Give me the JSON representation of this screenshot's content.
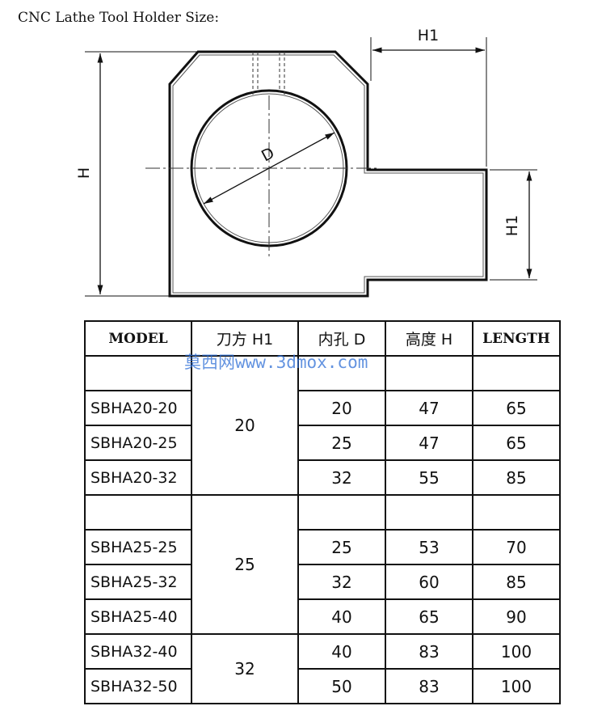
{
  "caption": "CNC Lathe Tool Holder Size:",
  "drawing": {
    "label_h": "H",
    "label_h1_top": "H1",
    "label_h1_side": "H1",
    "label_d": "D"
  },
  "table": {
    "headers": [
      "MODEL",
      "刀方 H1",
      "内孔 D",
      "高度 H",
      "LENGTH"
    ],
    "groups": [
      {
        "h1": "20",
        "rows": [
          {
            "model": "",
            "d": "",
            "h": "",
            "length": ""
          },
          {
            "model": "SBHA20-20",
            "d": "20",
            "h": "47",
            "length": "65"
          },
          {
            "model": "SBHA20-25",
            "d": "25",
            "h": "47",
            "length": "65"
          },
          {
            "model": "SBHA20-32",
            "d": "32",
            "h": "55",
            "length": "85"
          }
        ]
      },
      {
        "h1": "25",
        "rows": [
          {
            "model": "",
            "d": "",
            "h": "",
            "length": ""
          },
          {
            "model": "SBHA25-25",
            "d": "25",
            "h": "53",
            "length": "70"
          },
          {
            "model": "SBHA25-32",
            "d": "32",
            "h": "60",
            "length": "85"
          },
          {
            "model": "SBHA25-40",
            "d": "40",
            "h": "65",
            "length": "90"
          }
        ]
      },
      {
        "h1": "32",
        "rows": [
          {
            "model": "SBHA32-40",
            "d": "40",
            "h": "83",
            "length": "100"
          },
          {
            "model": "SBHA32-50",
            "d": "50",
            "h": "83",
            "length": "100"
          }
        ]
      }
    ]
  },
  "watermark": "莫西网www.3dmox.com"
}
